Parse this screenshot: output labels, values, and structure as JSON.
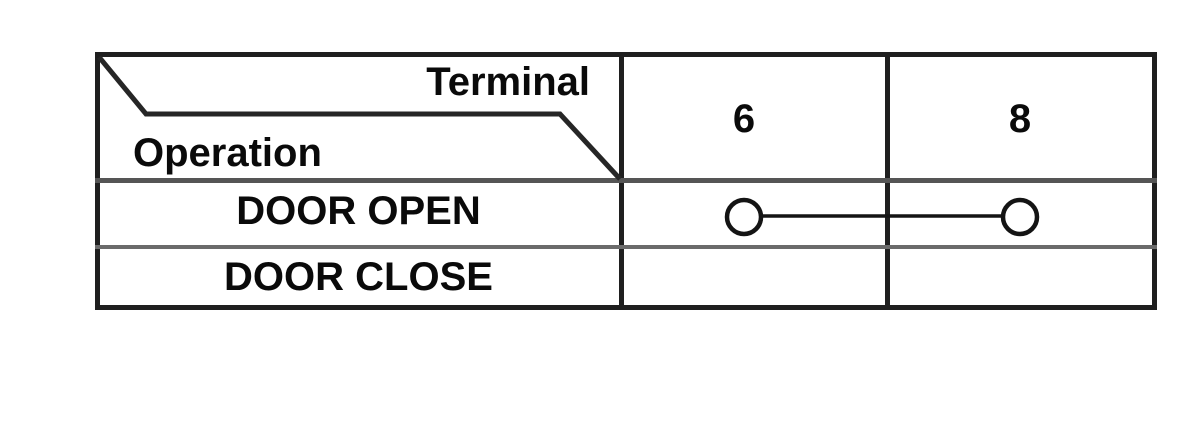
{
  "diagram": {
    "corner_top_label": "Terminal",
    "corner_bottom_label": "Operation",
    "terminal_columns": [
      "6",
      "8"
    ],
    "rows": [
      {
        "operation": "DOOR OPEN",
        "continuity_between": [
          "6",
          "8"
        ]
      },
      {
        "operation": "DOOR CLOSE",
        "continuity_between": []
      }
    ]
  },
  "colors": {
    "background": "#ffffff",
    "border_dark": "#1f1f1f",
    "separator_gray": "#5f5f5f",
    "symbol_stroke": "#141414",
    "text": "#0a0a0a"
  }
}
